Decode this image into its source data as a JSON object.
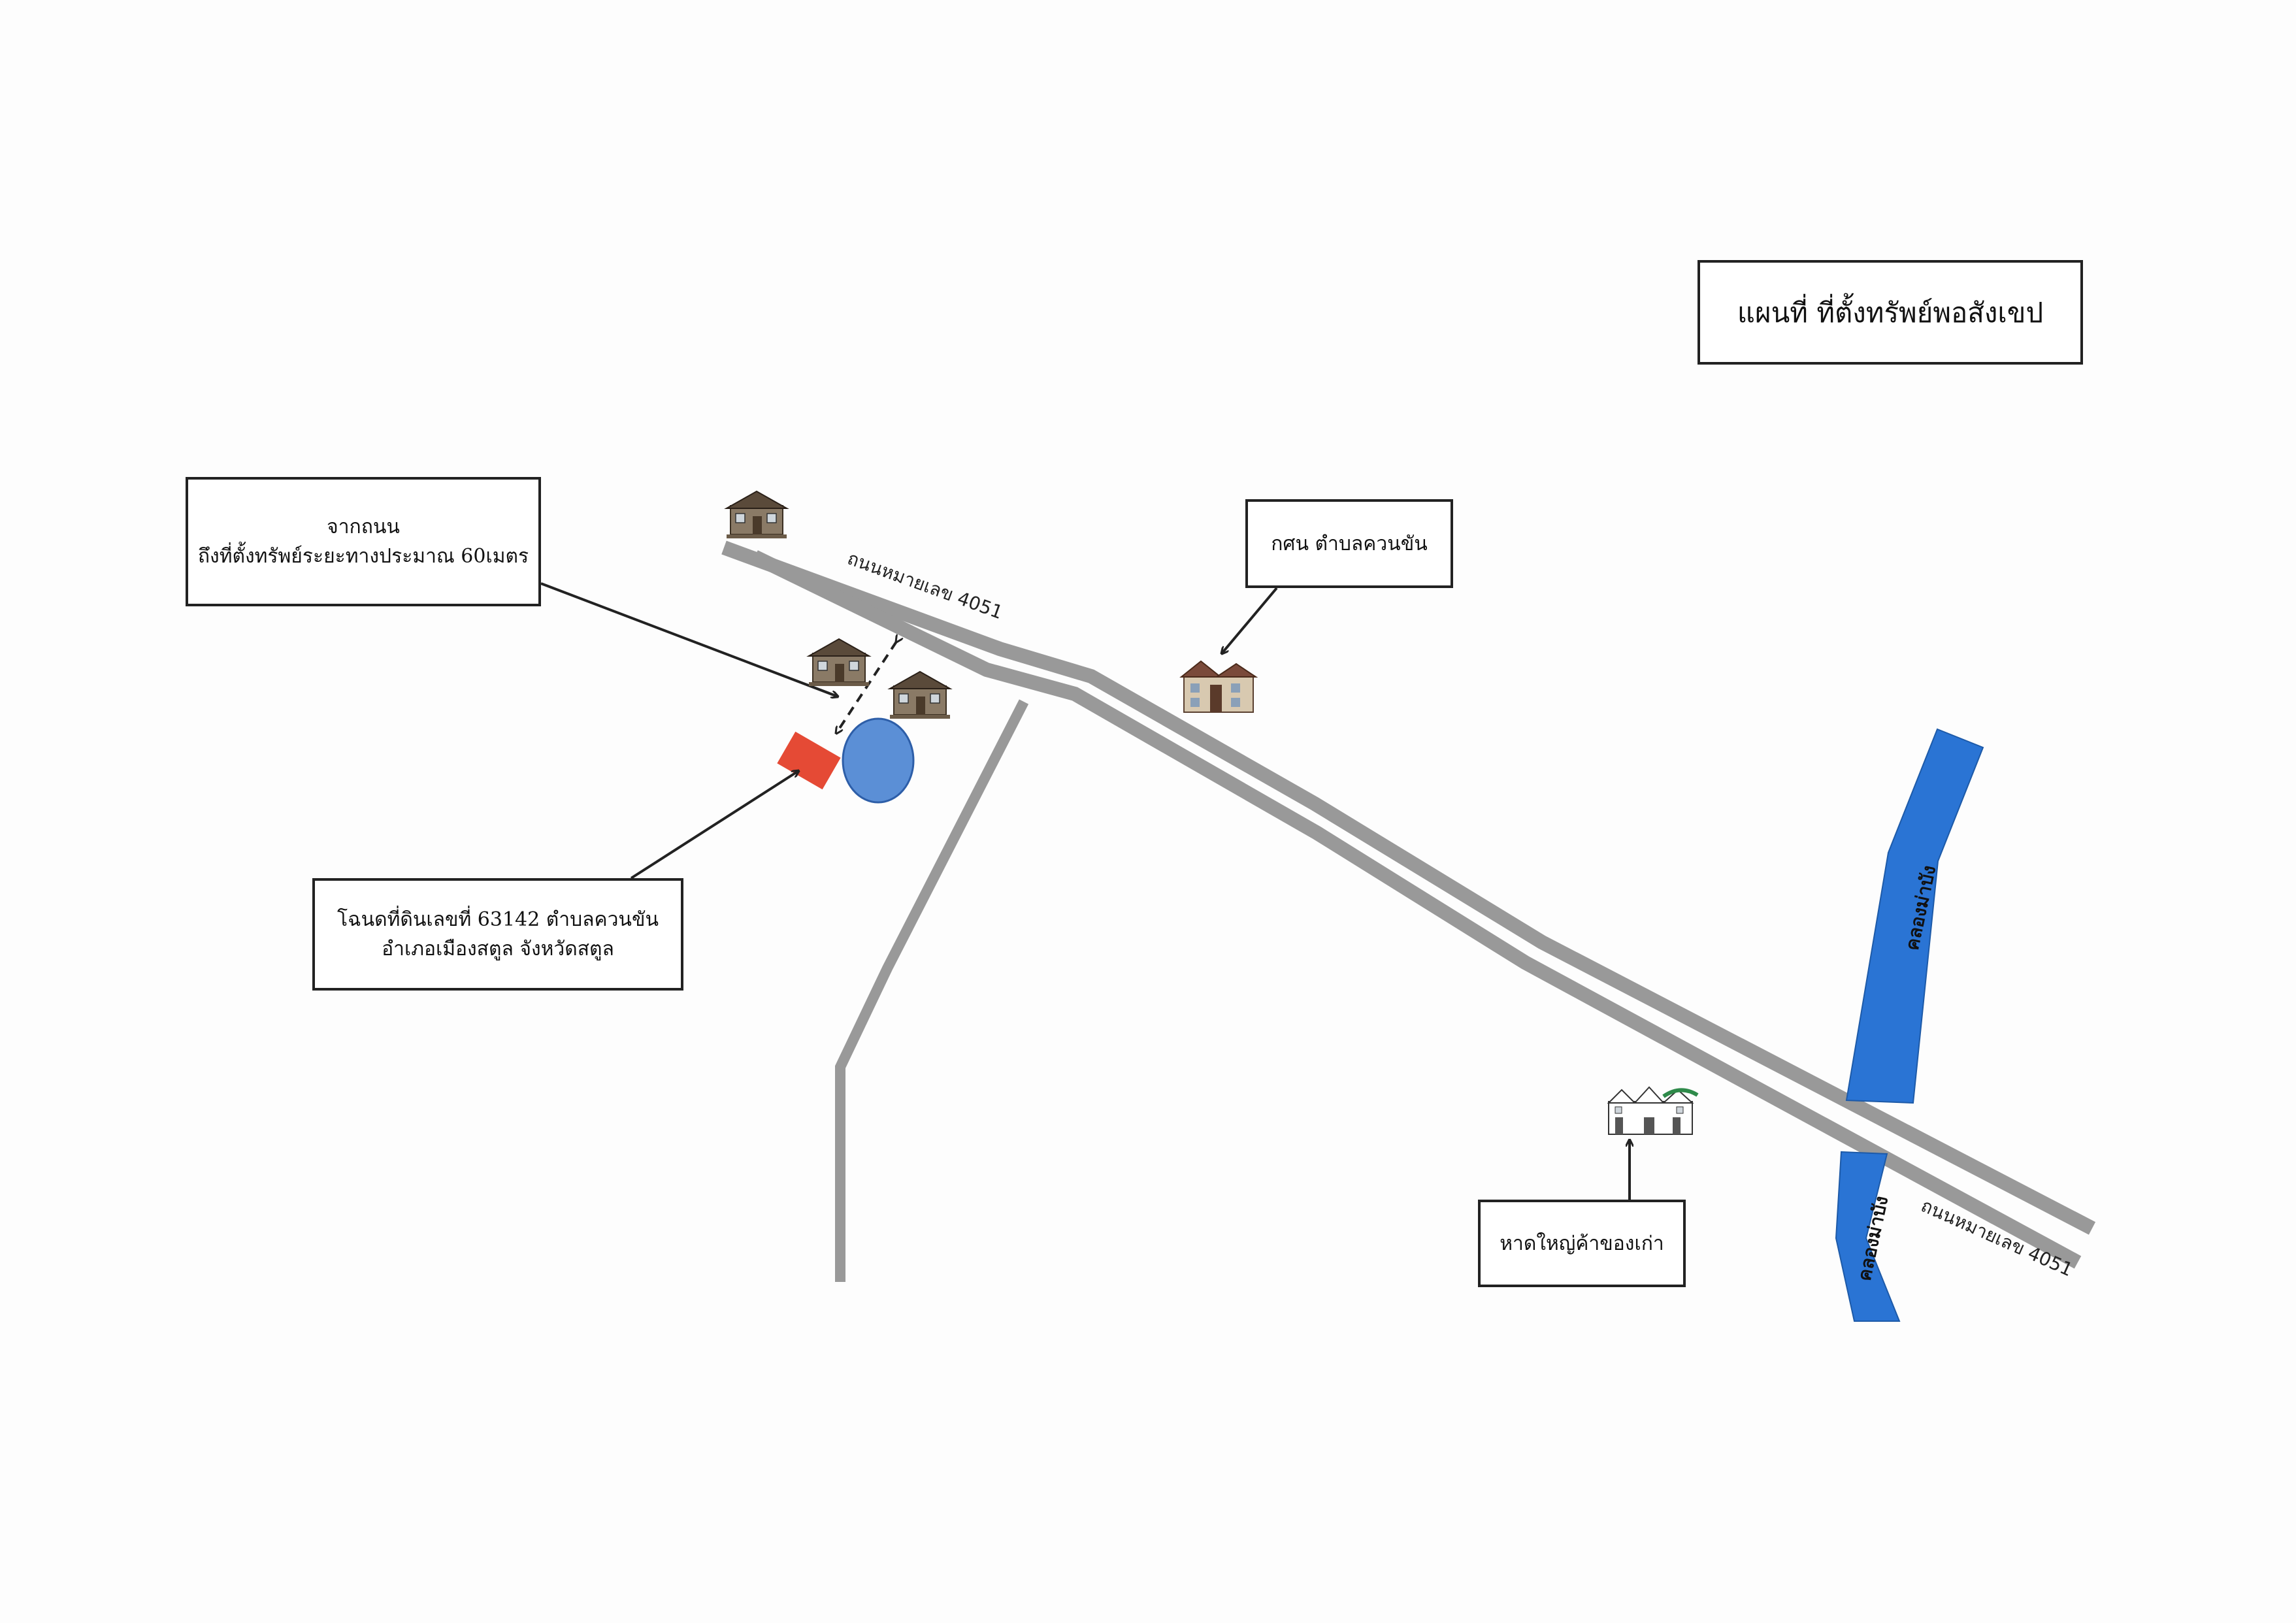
{
  "title": "แผนที่ ที่ตั้งทรัพย์พอสังเขป",
  "distance_note": {
    "line1": "จากถนน",
    "line2": "ถึงที่ตั้งทรัพย์ระยะทางประมาณ 60เมตร"
  },
  "school_label": "กศน ตำบลควนขัน",
  "deed_note": {
    "line1": "โฉนดที่ดินเลขที่ 63142 ตำบลควนขัน",
    "line2": "อำเภอเมืองสตูล จังหวัดสตูล"
  },
  "beach_label": "หาดใหญ่ค้าของเก่า",
  "road_label": "ถนนหมายเลข 4051",
  "canal_label": "คลองม่าบัง",
  "colors": {
    "road": "#999999",
    "canal": "#2a74d4",
    "property_plot": "#e54a35",
    "pond": "#5b8fd6",
    "arrow": "#222222"
  },
  "icons": [
    "house-icon",
    "school-building-icon",
    "shop-building-icon"
  ]
}
